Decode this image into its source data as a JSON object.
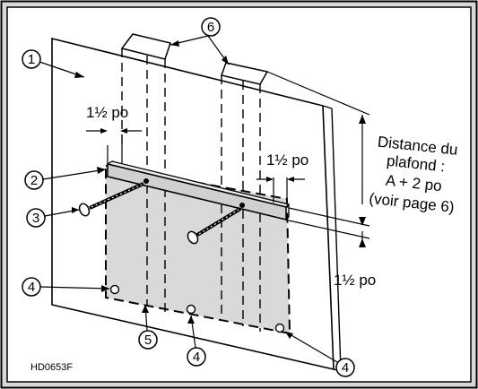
{
  "figure_code": "HD0653F",
  "callouts": {
    "c1": "1",
    "c2": "2",
    "c3": "3",
    "c4": "4",
    "c5": "5",
    "c6": "6"
  },
  "dim_left": "1½ po",
  "dim_right": "1½ po",
  "dim_bottom": "1½ po",
  "distance_line1": "Distance du",
  "distance_line2": "plafond :",
  "distance_line3": "A + 2 po",
  "distance_line4": "(voir page 6)",
  "colors": {
    "frame_bg": "#d8d8d8",
    "panel": "#ffffff",
    "template": "#d9d9d9",
    "bracket": "#d0d0d0",
    "ink": "#000000"
  }
}
